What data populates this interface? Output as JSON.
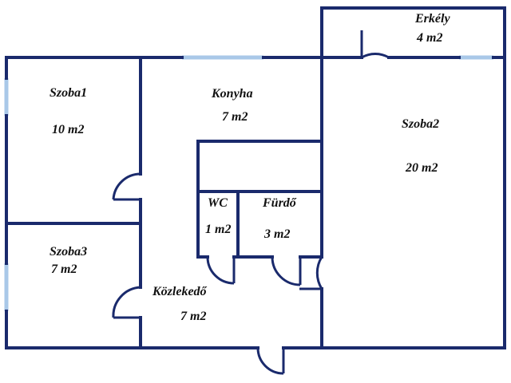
{
  "colors": {
    "wall": "#1a2a6c",
    "window": "#a9c8e8",
    "door": "#1a2a6c",
    "background": "#ffffff"
  },
  "rooms": {
    "szoba1": {
      "name": "Szoba1",
      "area": "10 m2"
    },
    "konyha": {
      "name": "Konyha",
      "area": "7 m2"
    },
    "szoba2": {
      "name": "Szoba2",
      "area": "20 m2"
    },
    "erkely": {
      "name": "Erkély",
      "area": "4 m2"
    },
    "wc": {
      "name": "WC",
      "area": "1 m2"
    },
    "furdo": {
      "name": "Fürdő",
      "area": "3 m2"
    },
    "szoba3": {
      "name": "Szoba3",
      "area": "7 m2"
    },
    "kozlekedo": {
      "name": "Közlekedő",
      "area": "7 m2"
    }
  }
}
